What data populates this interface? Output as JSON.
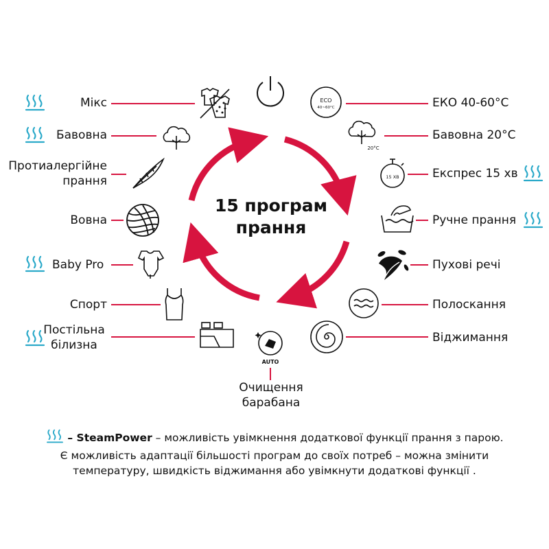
{
  "center_title": [
    "15 програм",
    "прання"
  ],
  "center": {
    "line1": "15 програм",
    "line2": "прання"
  },
  "left_programs": [
    {
      "label": "Мікс",
      "steam": true,
      "icon": "mixed-clothes-icon"
    },
    {
      "label": "Бавовна",
      "steam": true,
      "icon": "cotton-icon"
    },
    {
      "label": "Протиалергійне прання",
      "steam": false,
      "icon": "feather-icon"
    },
    {
      "label": "Вовна",
      "steam": false,
      "icon": "wool-ball-icon"
    },
    {
      "label": "Baby Pro",
      "steam": true,
      "icon": "baby-bodysuit-icon"
    },
    {
      "label": "Спорт",
      "steam": false,
      "icon": "tank-top-icon"
    },
    {
      "label": "Постільна білизна",
      "steam": true,
      "icon": "bedding-icon"
    }
  ],
  "labels": {
    "miks": "Мікс",
    "bavovna": "Бавовна",
    "protyalerg1": "Протиалергійне",
    "protyalerg2": "прання",
    "vovna": "Вовна",
    "baby": "Baby Pro",
    "sport": "Спорт",
    "postilna1": "Постільна",
    "postilna2": "білизна",
    "eko": "ЕКО 40-60°C",
    "bavovna20": "Бавовна 20°C",
    "ekspres": "Експрес 15 хв",
    "ruchne": "Ручне прання",
    "puhovi": "Пухові речі",
    "poloskannia": "Полоскання",
    "vidzhymannia": "Віджимання",
    "ochyshchennia1": "Очищення",
    "ochyshchennia2": "барабана"
  },
  "right_programs": [
    {
      "label": "ЕКО 40-60°C",
      "steam": false,
      "icon": "eco-icon"
    },
    {
      "label": "Бавовна 20°C",
      "steam": false,
      "icon": "cotton-20-icon"
    },
    {
      "label": "Експрес 15 хв",
      "steam": true,
      "icon": "stopwatch-icon"
    },
    {
      "label": "Ручне прання",
      "steam": true,
      "icon": "hand-wash-icon"
    },
    {
      "label": "Пухові речі",
      "steam": false,
      "icon": "down-feather-icon"
    },
    {
      "label": "Полоскання",
      "steam": false,
      "icon": "rinse-icon"
    },
    {
      "label": "Віджимання",
      "steam": false,
      "icon": "spin-icon"
    }
  ],
  "bottom_program": {
    "label": "Очищення барабана",
    "icon": "drum-clean-icon"
  },
  "icon_texts": {
    "eco_top": "ECO",
    "eco_bottom": "40~60°C",
    "temp": "20°C",
    "timer": "15 ХВ",
    "auto": "AUTO"
  },
  "top_icon": "power-icon",
  "footnote": {
    "steam_name": "– SteamPower",
    "steam_desc": " – можливість увімкнення додаткової функції прання з парою.",
    "line2": "Є можливість адаптації більшості програм до своїх потреб – можна змінити",
    "line3": "температуру, швидкість віджимання або увімкнути додаткові функції ."
  },
  "colors": {
    "accent": "#d7143f",
    "steam": "#2aa9c9",
    "text": "#111111",
    "background": "#ffffff"
  }
}
